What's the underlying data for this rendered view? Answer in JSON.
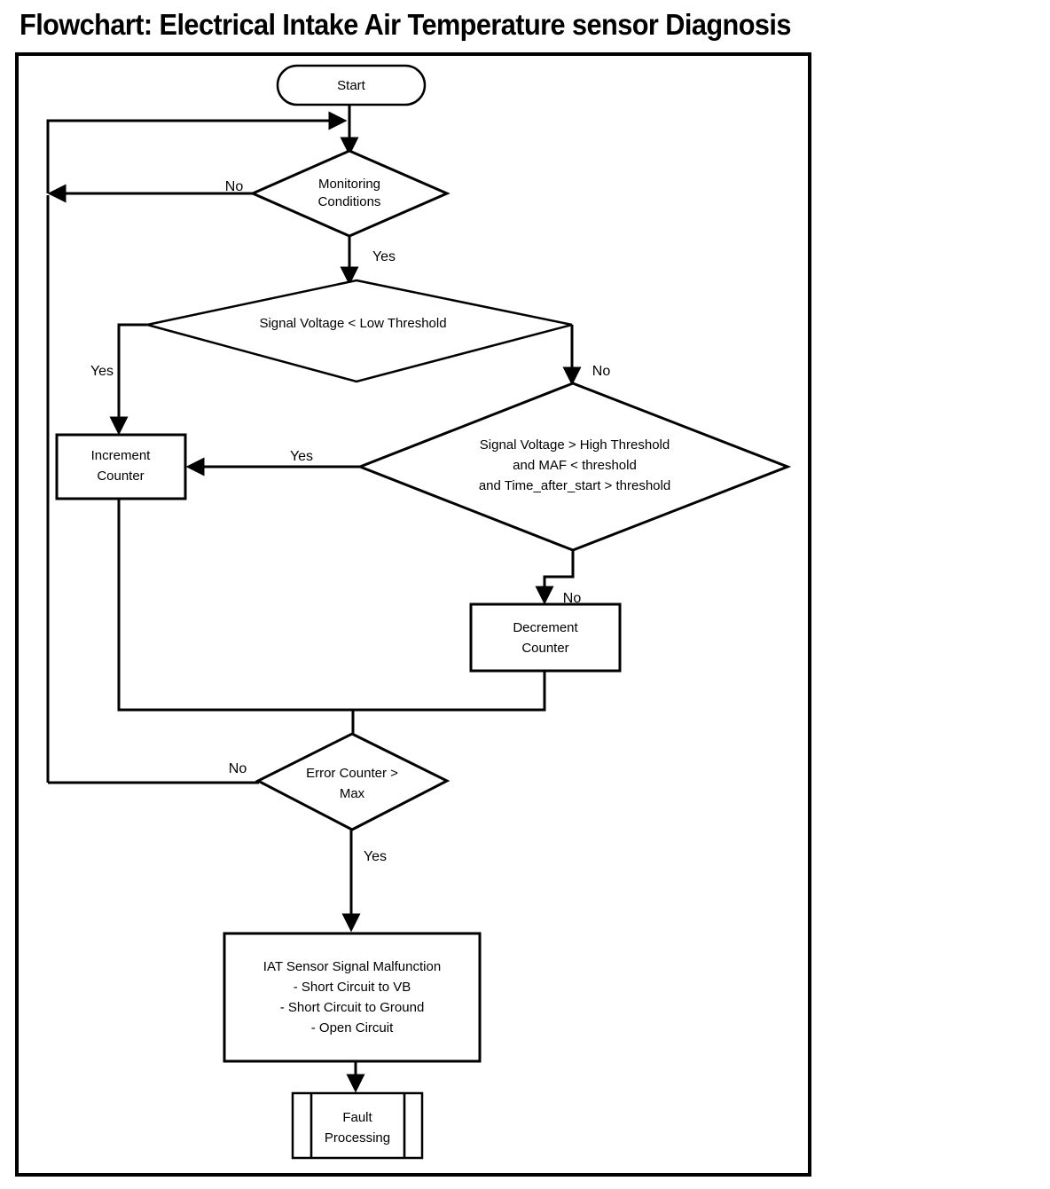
{
  "title": "Flowchart: Electrical Intake Air Temperature sensor Diagnosis",
  "chart_data": {
    "type": "diagram",
    "diagram_type": "flowchart",
    "title": "Flowchart: Electrical Intake Air Temperature sensor Diagnosis",
    "orientation": "top-to-bottom",
    "nodes": [
      {
        "id": "start",
        "shape": "terminator",
        "label": "Start"
      },
      {
        "id": "monitoring",
        "shape": "decision",
        "label": "Monitoring\nConditions"
      },
      {
        "id": "low_threshold",
        "shape": "decision",
        "label": "Signal Voltage < Low Threshold"
      },
      {
        "id": "high_threshold",
        "shape": "decision",
        "label": "Signal Voltage > High Threshold\nand MAF < threshold\nand Time_after_start > threshold"
      },
      {
        "id": "increment",
        "shape": "process",
        "label": "Increment\nCounter"
      },
      {
        "id": "decrement",
        "shape": "process",
        "label": "Decrement\nCounter"
      },
      {
        "id": "error_counter",
        "shape": "decision",
        "label": "Error Counter >\nMax"
      },
      {
        "id": "malfunction",
        "shape": "process",
        "label": "IAT Sensor Signal Malfunction\n- Short Circuit to VB\n- Short Circuit to Ground\n- Open Circuit"
      },
      {
        "id": "fault",
        "shape": "predefined-process",
        "label": "Fault\nProcessing"
      }
    ],
    "edges": [
      {
        "from": "start",
        "to": "monitoring",
        "label": ""
      },
      {
        "from": "monitoring",
        "to": "loop_left",
        "label": "No"
      },
      {
        "from": "monitoring",
        "to": "low_threshold",
        "label": "Yes"
      },
      {
        "from": "low_threshold",
        "to": "increment",
        "label": "Yes"
      },
      {
        "from": "low_threshold",
        "to": "high_threshold",
        "label": "No"
      },
      {
        "from": "high_threshold",
        "to": "increment",
        "label": "Yes"
      },
      {
        "from": "high_threshold",
        "to": "decrement",
        "label": "No"
      },
      {
        "from": "increment",
        "to": "error_counter",
        "label": ""
      },
      {
        "from": "decrement",
        "to": "error_counter",
        "label": ""
      },
      {
        "from": "error_counter",
        "to": "loop_left",
        "label": "No"
      },
      {
        "from": "error_counter",
        "to": "malfunction",
        "label": "Yes"
      },
      {
        "from": "malfunction",
        "to": "fault",
        "label": ""
      }
    ]
  },
  "nodes": {
    "start": {
      "label": "Start"
    },
    "monitoring": {
      "line1": "Monitoring",
      "line2": "Conditions"
    },
    "low_threshold": {
      "label": "Signal Voltage < Low Threshold"
    },
    "high_threshold": {
      "line1": "Signal Voltage > High Threshold",
      "line2": "and MAF < threshold",
      "line3": "and Time_after_start > threshold"
    },
    "increment": {
      "line1": "Increment",
      "line2": "Counter"
    },
    "decrement": {
      "line1": "Decrement",
      "line2": "Counter"
    },
    "error_counter": {
      "line1": "Error Counter >",
      "line2": "Max"
    },
    "malfunction": {
      "line1": "IAT Sensor Signal Malfunction",
      "line2": "- Short Circuit to VB",
      "line3": "- Short Circuit to Ground",
      "line4": "- Open Circuit"
    },
    "fault": {
      "line1": "Fault",
      "line2": "Processing"
    }
  },
  "edge_labels": {
    "monitoring_no": "No",
    "monitoring_yes": "Yes",
    "low_yes": "Yes",
    "low_no": "No",
    "high_yes": "Yes",
    "high_no": "No",
    "error_no": "No",
    "error_yes": "Yes"
  },
  "colors": {
    "line": "#000000",
    "fill": "#ffffff",
    "text": "#000000"
  }
}
